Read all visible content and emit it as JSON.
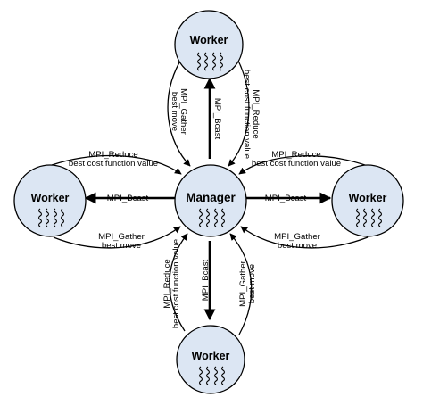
{
  "nodes": {
    "manager": "Manager",
    "worker_top": "Worker",
    "worker_left": "Worker",
    "worker_right": "Worker",
    "worker_bottom": "Worker"
  },
  "labels": {
    "top_left_1": "MPI_Gather",
    "top_left_2": "best move",
    "top_center": "MPI_Bcast",
    "top_right_1": "MPI_Reduce",
    "top_right_2": "best cost function value",
    "left_upper_1": "MPI_Reduce",
    "left_upper_2": "best cost function value",
    "left_center": "MPI_Bcast",
    "left_lower_1": "MPI_Gather",
    "left_lower_2": "best move",
    "right_upper_1": "MPI_Reduce",
    "right_upper_2": "best cost function value",
    "right_center": "MPI_Bcast",
    "right_lower_1": "MPI_Gather",
    "right_lower_2": "best move",
    "bottom_left_1": "MPI_Reduce",
    "bottom_left_2": "best cost function value",
    "bottom_center": "MPI_Bcast",
    "bottom_right_1": "MPI_Gather",
    "bottom_right_2": "best move"
  },
  "colors": {
    "node_fill": "#dce6f3",
    "stroke": "#000000"
  }
}
